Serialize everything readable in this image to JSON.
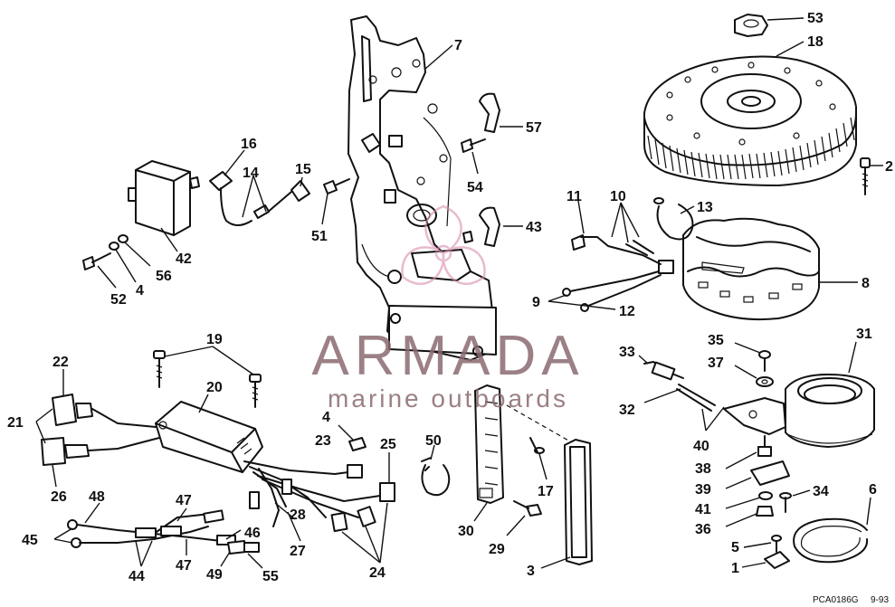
{
  "watermark": {
    "brand": "ARMADA",
    "tagline": "marine outboards",
    "logo_color": "#d98fb0",
    "text_color": "#8a6a70"
  },
  "drawing_code": "PCA0186G",
  "drawing_date": "9-93",
  "callouts": {
    "c1": "1",
    "c2": "2",
    "c3": "3",
    "c4a": "4",
    "c4b": "4",
    "c5": "5",
    "c6": "6",
    "c7": "7",
    "c8": "8",
    "c9": "9",
    "c10": "10",
    "c11": "11",
    "c12": "12",
    "c13": "13",
    "c14": "14",
    "c15": "15",
    "c16": "16",
    "c17": "17",
    "c18": "18",
    "c19": "19",
    "c20": "20",
    "c21": "21",
    "c22": "22",
    "c23": "23",
    "c24": "24",
    "c25": "25",
    "c26": "26",
    "c27": "27",
    "c28": "28",
    "c29": "29",
    "c30": "30",
    "c31": "31",
    "c32": "32",
    "c33": "33",
    "c34": "34",
    "c35": "35",
    "c36": "36",
    "c37": "37",
    "c38": "38",
    "c39": "39",
    "c40": "40",
    "c41": "41",
    "c42": "42",
    "c43": "43",
    "c44": "44",
    "c45": "45",
    "c46": "46",
    "c47a": "47",
    "c47b": "47",
    "c48": "48",
    "c49": "49",
    "c50": "50",
    "c51": "51",
    "c52": "52",
    "c53": "53",
    "c54": "54",
    "c55": "55",
    "c56": "56",
    "c57": "57"
  }
}
